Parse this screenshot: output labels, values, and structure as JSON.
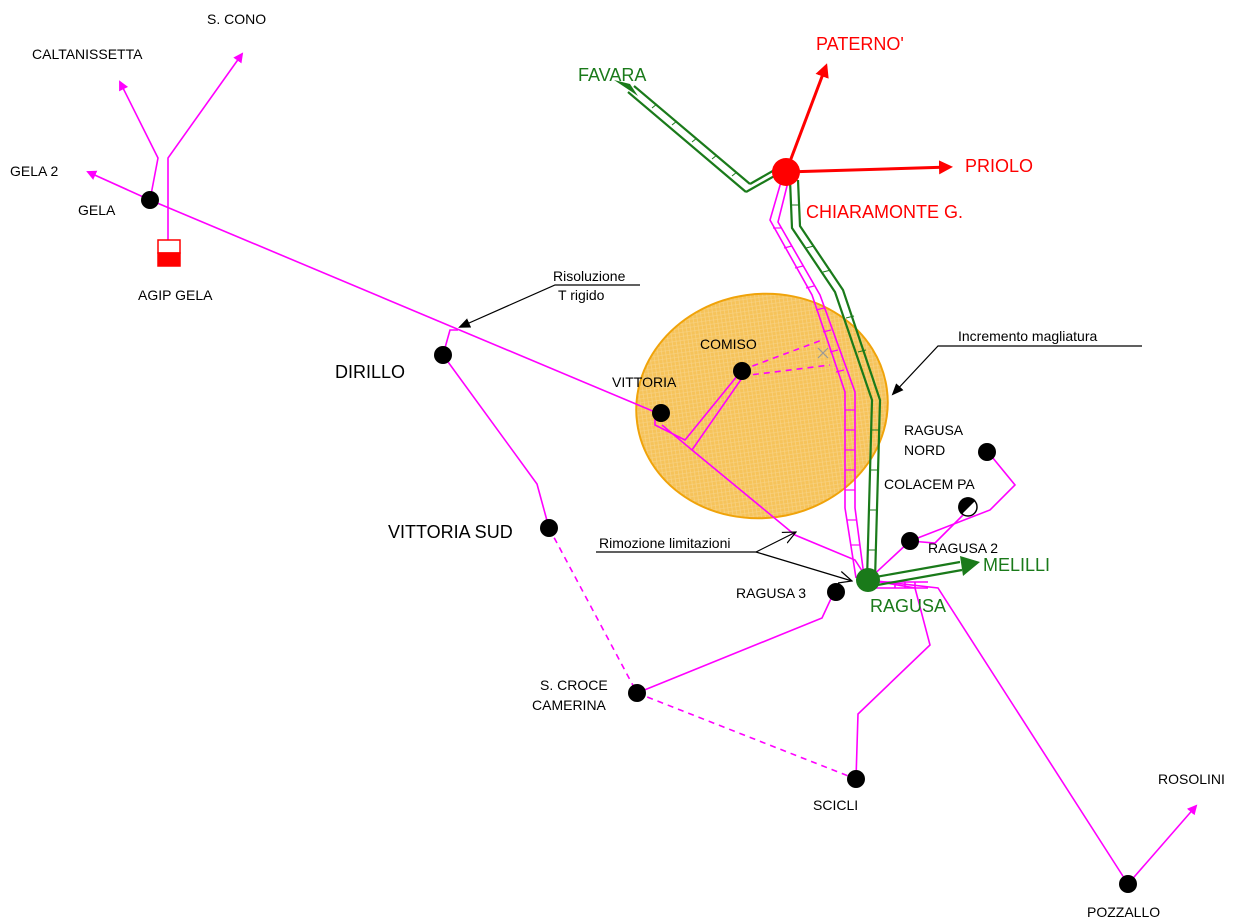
{
  "colors": {
    "line_magenta": "#ff00ff",
    "line_green": "#1a7a1a",
    "line_red": "#ff0000",
    "highlight_fill": "#f5b942",
    "highlight_border": "#f0a30a"
  },
  "nodes": {
    "s_cono": "S. CONO",
    "caltanissetta": "CALTANISSETTA",
    "gela2": "GELA 2",
    "gela": "GELA",
    "agip_gela": "AGIP GELA",
    "dirillo": "DIRILLO",
    "vittoria_sud": "VITTORIA SUD",
    "comiso": "COMISO",
    "vittoria": "VITTORIA",
    "favara": "FAVARA",
    "paterno": "PATERNO'",
    "priolo": "PRIOLO",
    "chiaramonte": "CHIARAMONTE G.",
    "ragusa_nord_1": "RAGUSA",
    "ragusa_nord_2": "NORD",
    "colacem": "COLACEM PA",
    "ragusa2": "RAGUSA 2",
    "melilli": "MELILLI",
    "ragusa": "RAGUSA",
    "ragusa3": "RAGUSA 3",
    "s_croce_1": "S. CROCE",
    "s_croce_2": "CAMERINA",
    "scicli": "SCICLI",
    "rosolini": "ROSOLINI",
    "pozzallo": "POZZALLO"
  },
  "annotations": {
    "risoluzione_1": "Risoluzione",
    "risoluzione_2": "T rigido",
    "incremento": "Incremento magliatura",
    "rimozione": "Rimozione limitazioni"
  }
}
